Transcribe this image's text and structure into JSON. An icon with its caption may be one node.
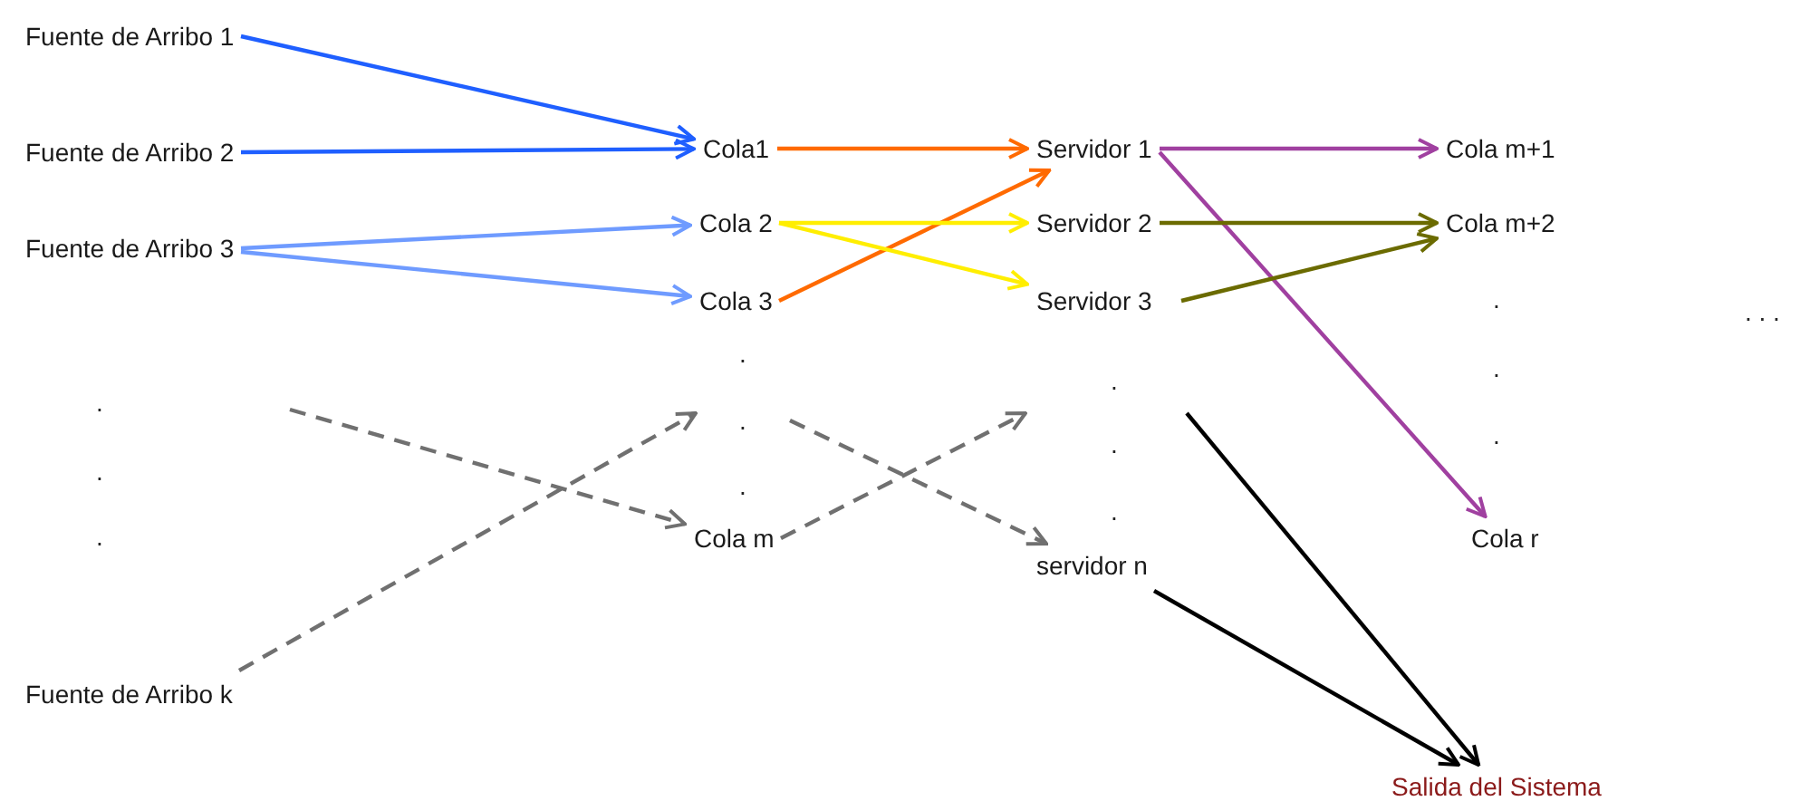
{
  "diagram": {
    "nodes": [
      {
        "text": [
          "Fuente de Arribo 1"
        ]
      },
      {
        "text": [
          "Fuente de Arribo 2"
        ]
      },
      {
        "text": [
          "Fuente de Arribo 3"
        ]
      },
      {
        "text": [
          "Fuente de Arribo k"
        ]
      },
      {
        "text": [
          "Cola1"
        ]
      },
      {
        "text": [
          "Cola 2"
        ]
      },
      {
        "text": [
          "Cola 3"
        ]
      },
      {
        "text": [
          "Cola m"
        ]
      },
      {
        "text": [
          "Servidor 1"
        ]
      },
      {
        "text": [
          "Servidor 2"
        ]
      },
      {
        "text": [
          "Servidor 3"
        ]
      },
      {
        "text": [
          "servidor n"
        ]
      },
      {
        "text": [
          "Cola m+1"
        ]
      },
      {
        "text": [
          "Cola m+2"
        ]
      },
      {
        "text": [
          "Cola r"
        ]
      },
      {
        "text": [
          "Salida del Sistema"
        ]
      }
    ],
    "edges": [
      {
        "from": 0,
        "to": 4,
        "arrow": "to",
        "color": "#1f5fff"
      },
      {
        "from": 1,
        "to": 4,
        "arrow": "to",
        "color": "#1f5fff"
      },
      {
        "from": 2,
        "to": 5,
        "arrow": "to",
        "color": "#6f9bff"
      },
      {
        "from": 2,
        "to": 6,
        "arrow": "to",
        "color": "#6f9bff"
      },
      {
        "from": 4,
        "to": 8,
        "arrow": "to",
        "color": "#ff6a00"
      },
      {
        "from": 6,
        "to": 8,
        "arrow": "to",
        "color": "#ff6a00"
      },
      {
        "from": 5,
        "to": 9,
        "arrow": "to",
        "color": "#ffee00"
      },
      {
        "from": 5,
        "to": 10,
        "arrow": "to",
        "color": "#ffee00"
      },
      {
        "from": 8,
        "to": 12,
        "arrow": "to",
        "color": "#a040a0"
      },
      {
        "from": 8,
        "to": 14,
        "arrow": "to",
        "color": "#a040a0"
      },
      {
        "from": 9,
        "to": 13,
        "arrow": "to",
        "color": "#6b6b00"
      },
      {
        "from": 10,
        "to": 13,
        "arrow": "to",
        "color": "#6b6b00"
      },
      {
        "from": null,
        "to": 7,
        "arrow": "to",
        "style": "dashed",
        "color": "#707070"
      },
      {
        "from": 3,
        "to": null,
        "arrow": "to",
        "style": "dashed",
        "color": "#707070"
      },
      {
        "from": 7,
        "to": null,
        "arrow": "to",
        "style": "dashed",
        "color": "#707070"
      },
      {
        "from": null,
        "to": 11,
        "arrow": "to",
        "style": "dashed",
        "color": "#707070"
      },
      {
        "from": null,
        "to": 15,
        "arrow": "to",
        "color": "#000000"
      },
      {
        "from": 11,
        "to": 15,
        "arrow": "to",
        "color": "#000000"
      }
    ],
    "labels": [
      ".",
      ".",
      ".",
      ".",
      ".",
      ".",
      ".",
      ".",
      ".",
      ".",
      ".",
      ".",
      ". . ."
    ]
  }
}
